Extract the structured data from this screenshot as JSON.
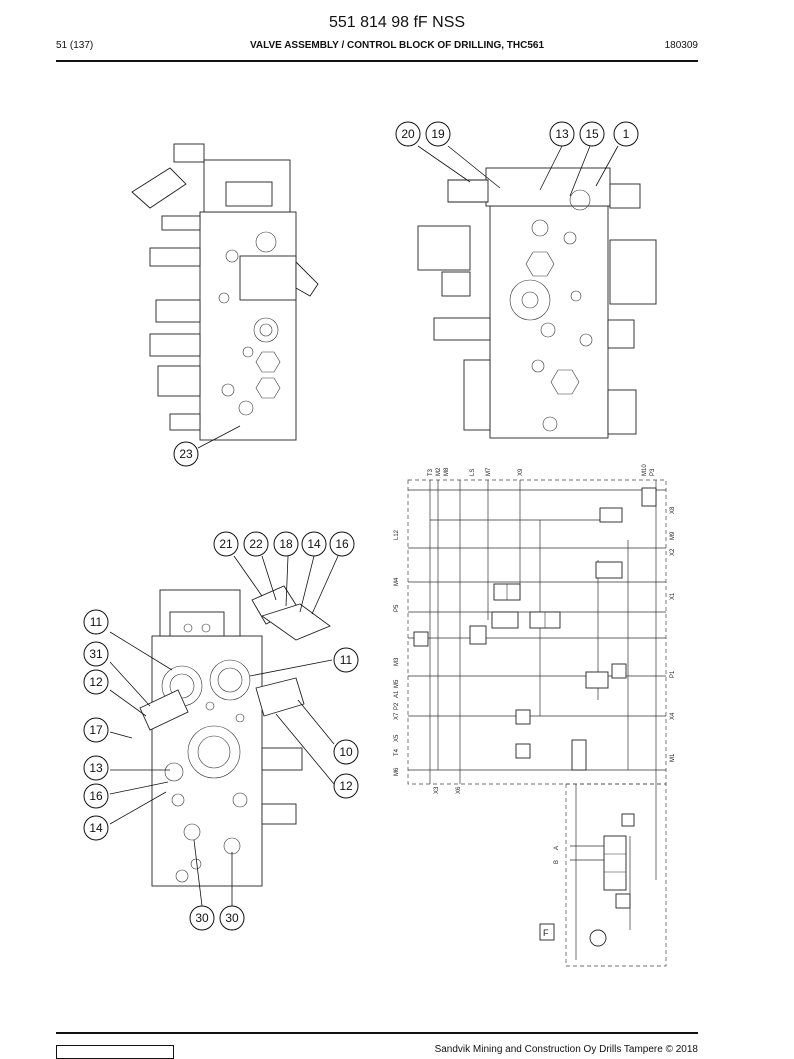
{
  "header": {
    "doc_number": "551 814 98 fF NSS",
    "page_ref": "51 (137)",
    "section_title": "VALVE ASSEMBLY / CONTROL BLOCK OF DRILLING, THC561",
    "date_code": "180309"
  },
  "footer": {
    "copyright": "Sandvik Mining and Construction Oy Drills Tampere © 2018"
  },
  "callouts": {
    "c20": "20",
    "c19": "19",
    "c13a": "13",
    "c15a": "15",
    "c1": "1",
    "c23": "23",
    "c21": "21",
    "c22": "22",
    "c18": "18",
    "c14a": "14",
    "c16a": "16",
    "c11a": "11",
    "c31": "31",
    "c12a": "12",
    "c17": "17",
    "c13b": "13",
    "c16b": "16",
    "c14b": "14",
    "c11b": "11",
    "c10": "10",
    "c12b": "12",
    "c30a": "30",
    "c30b": "30"
  },
  "schematic": {
    "frame_label": "F",
    "ports_left": [
      "L12",
      "M4",
      "P5",
      "M3",
      "M5",
      "A1",
      "P2",
      "X7",
      "X5",
      "T4",
      "M6",
      "X3",
      "X6"
    ],
    "ports_top": [
      "T3",
      "M2",
      "M8",
      "LS",
      "M7",
      "X9",
      "M10",
      "P3"
    ],
    "ports_right": [
      "X8",
      "M9",
      "X2",
      "X1",
      "P1",
      "X4",
      "M1"
    ],
    "ports_lower": [
      "A",
      "B"
    ]
  }
}
